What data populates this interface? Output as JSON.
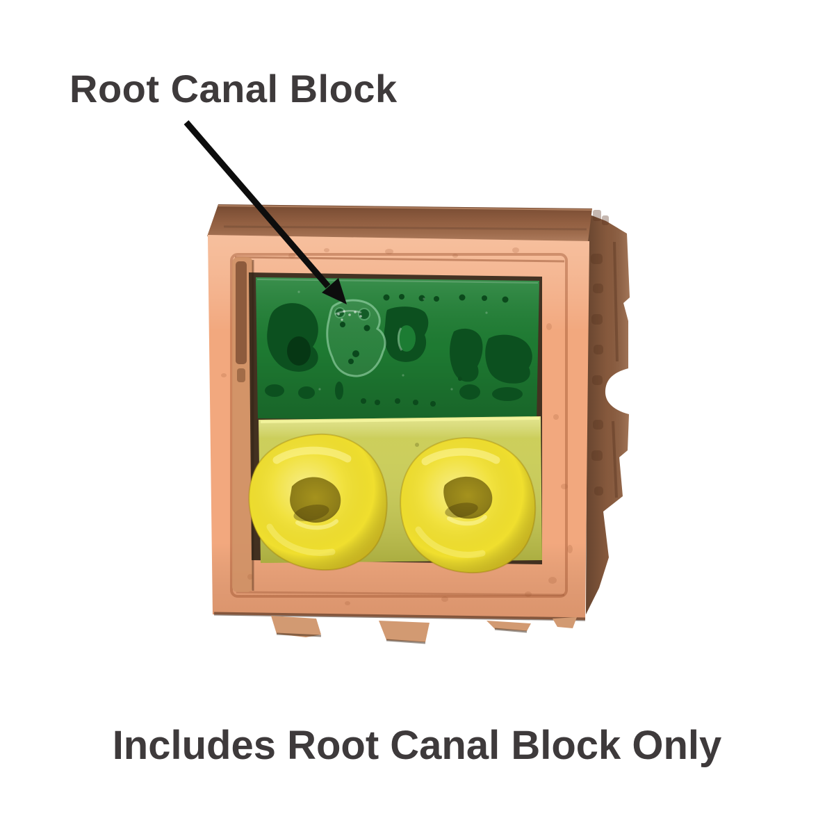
{
  "background": "#ffffff",
  "annotation": {
    "label": "Root Canal Block",
    "pointer_icon": "arrow-down-right",
    "text_color": "#3e3a3b",
    "arrow_color": "#0d0d0d"
  },
  "caption": {
    "text": "Includes Root Canal Block Only",
    "text_color": "#3e3a3b"
  },
  "model": {
    "colors": {
      "jaw_front": "#f2a87e",
      "jaw_top": "#9e6848",
      "jaw_side": "#8f5f41",
      "recess_groove": "#cf9166",
      "groove_slot": "#8d5b3d",
      "root_canal_block_green": "#1f8034",
      "cavity_green": "#0c501f",
      "slab_yellow": "#c9cc52",
      "tooth_ring_yellow": "#f0df2e",
      "tooth_hole_yellow": "#a5921d",
      "bottom_bump": "#d29a72"
    }
  }
}
